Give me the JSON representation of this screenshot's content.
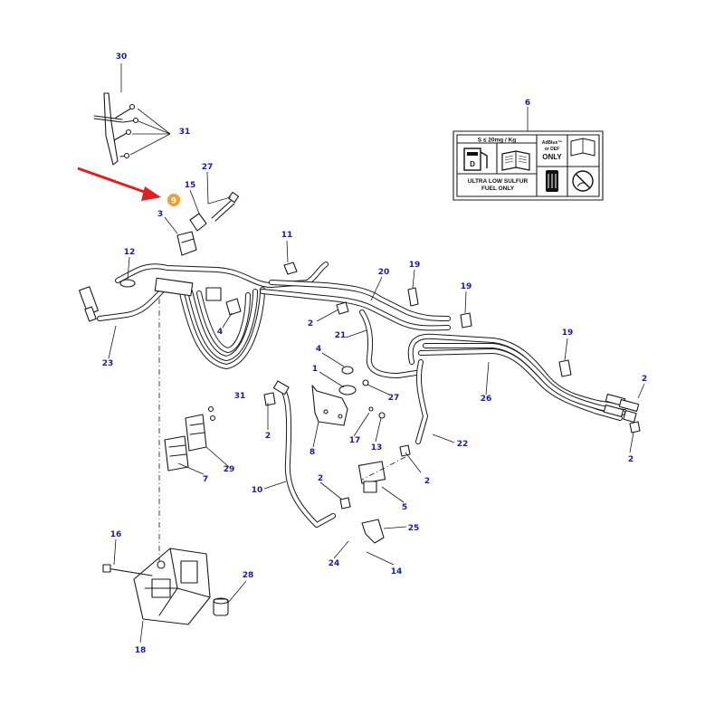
{
  "colors": {
    "callout_text": "#1a1aa8",
    "highlight": "#f0a030",
    "arrow": "#e02020",
    "line": "#1a1a1a"
  },
  "highlighted_callout": "9",
  "label": {
    "line1": "S ≤ 20mg / Kg",
    "adblue_line1": "AdBlue™",
    "adblue_line2": "or DEF",
    "adblue_line3": "ONLY",
    "fuel_line1": "ULTRA LOW SULFUR",
    "fuel_line2": "FUEL ONLY",
    "fuel_pump_letter": "D",
    "icons": [
      "fuel-pump-icon",
      "manual-book-icon",
      "manual-book-icon",
      "filter-icon",
      "no-spill-icon"
    ]
  },
  "callouts": [
    "30",
    "31",
    "6",
    "27",
    "15",
    "9",
    "3",
    "11",
    "12",
    "20",
    "19",
    "19",
    "19",
    "2",
    "4",
    "21",
    "23",
    "4",
    "1",
    "27",
    "31",
    "2",
    "8",
    "17",
    "13",
    "22",
    "26",
    "2",
    "2",
    "29",
    "7",
    "10",
    "2",
    "5",
    "2",
    "25",
    "24",
    "14",
    "16",
    "28",
    "18"
  ]
}
